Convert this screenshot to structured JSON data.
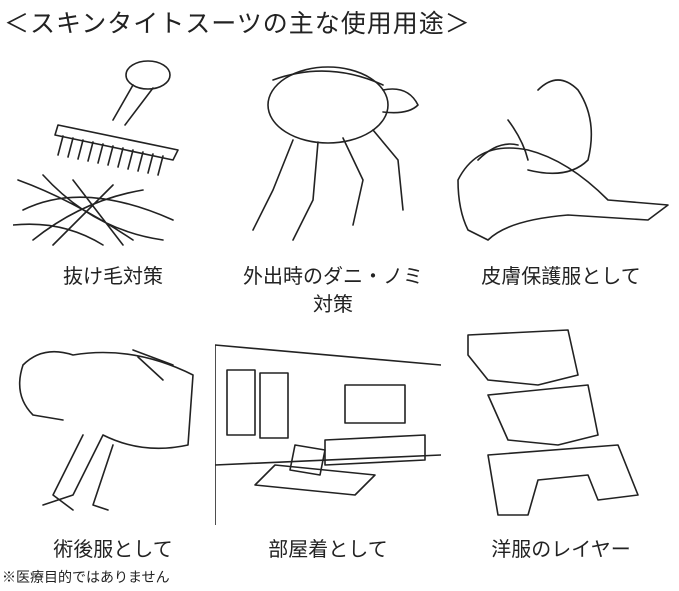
{
  "title": "＜スキンタイトスーツの主な使用用途＞",
  "uses": [
    {
      "label": "抜け毛対策",
      "icon": "brush-and-hair"
    },
    {
      "label": "外出時のダニ・ノミ",
      "label2": "対策",
      "icon": "flea"
    },
    {
      "label": "皮膚保護服として",
      "icon": "scratching-dog"
    },
    {
      "label": "術後服として",
      "icon": "lying-dog"
    },
    {
      "label": "部屋着として",
      "icon": "living-room"
    },
    {
      "label": "洋服のレイヤー",
      "icon": "dog-clothes"
    }
  ],
  "note": "※医療目的ではありません"
}
